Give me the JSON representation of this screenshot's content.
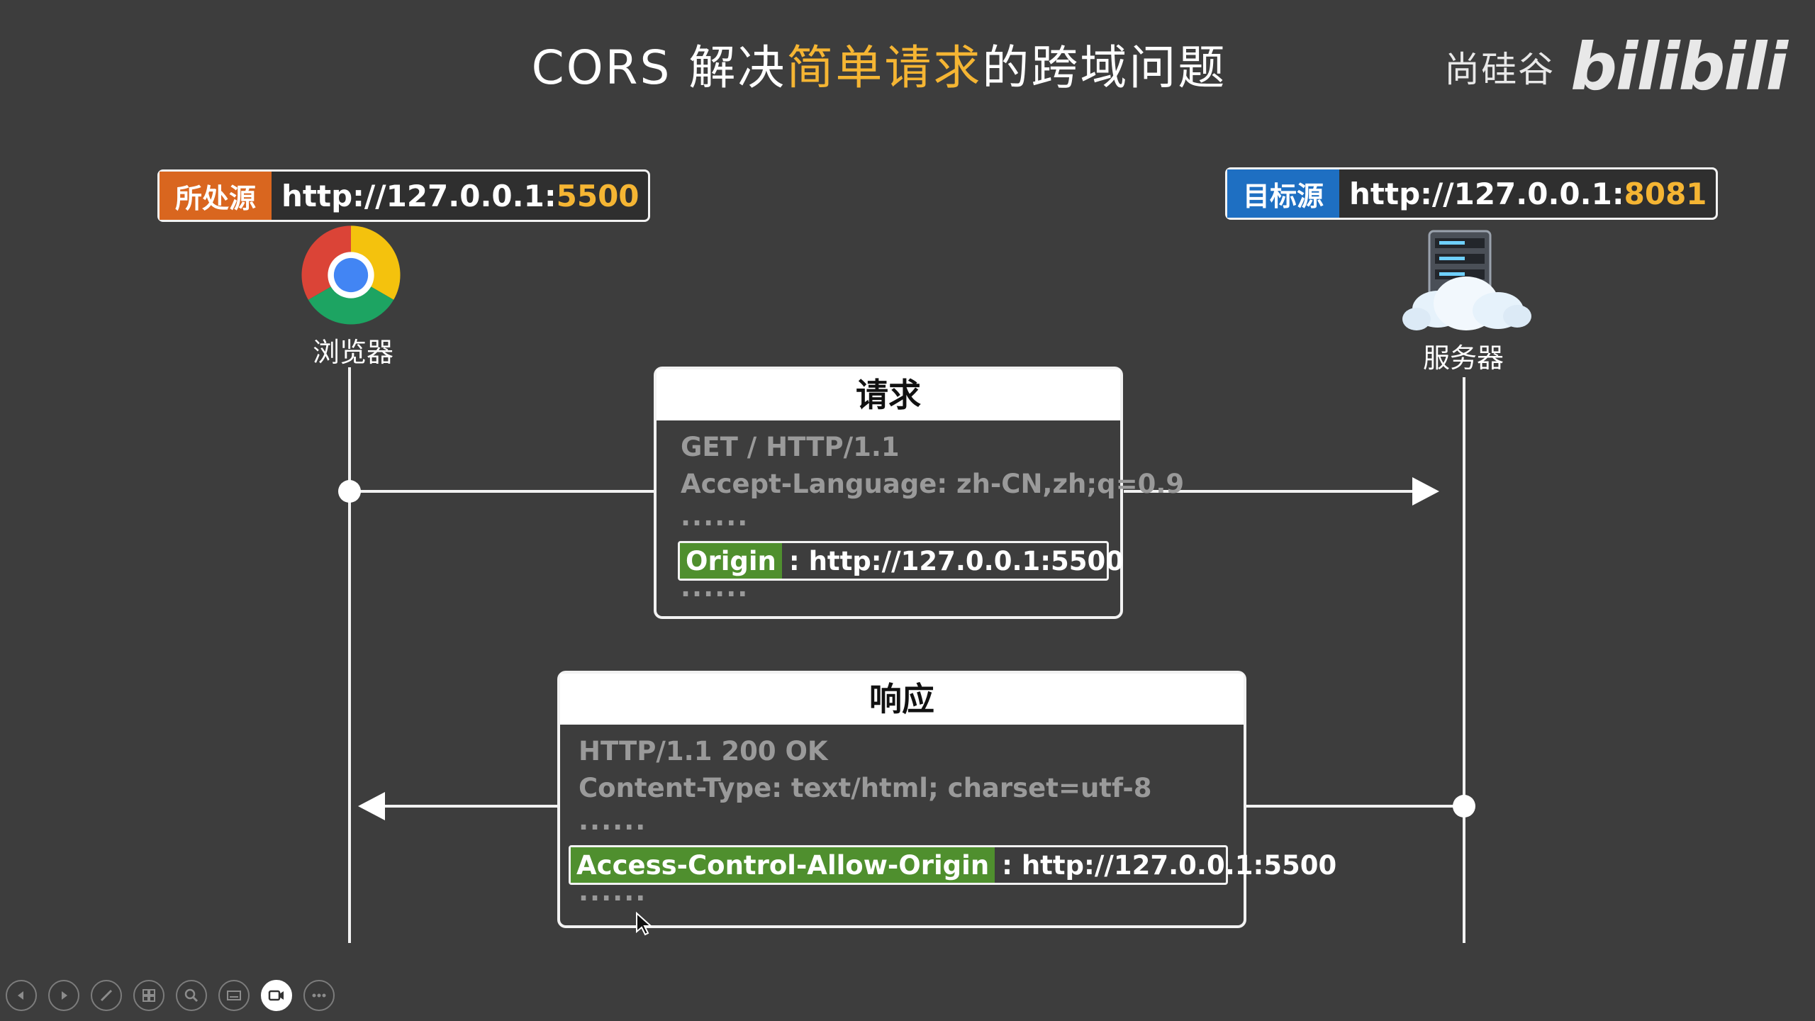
{
  "title": {
    "prefix": "CORS 解决",
    "highlight": "简单请求",
    "suffix": "的跨域问题"
  },
  "brand": {
    "text": "尚硅谷",
    "logo": "bilibili"
  },
  "source_origin": {
    "tag": "所处源",
    "url_prefix": "http://127.0.0.1:",
    "port": "5500",
    "tag_color": "#d9661f"
  },
  "target_origin": {
    "tag": "目标源",
    "url_prefix": "http://127.0.0.1:",
    "port": "8081",
    "tag_color": "#1e6fc2"
  },
  "browser": {
    "label": "浏览器",
    "icon": "chrome-icon"
  },
  "server": {
    "label": "服务器",
    "icon": "server-cloud-icon"
  },
  "request": {
    "title": "请求",
    "lines": [
      "GET / HTTP/1.1",
      "Accept-Language: zh-CN,zh;q=0.9",
      "......"
    ],
    "header_key": "Origin",
    "header_value": ": http://127.0.0.1:5500",
    "trailing": "......"
  },
  "response": {
    "title": "响应",
    "lines": [
      "HTTP/1.1 200 OK",
      "Content-Type: text/html; charset=utf-8",
      "......"
    ],
    "header_key": "Access-Control-Allow-Origin",
    "header_value": ": http://127.0.0.1:5500",
    "trailing": "......"
  },
  "toolbar": {
    "buttons": [
      "previous-icon",
      "next-icon",
      "pen-icon",
      "slides-icon",
      "zoom-icon",
      "subtitle-icon",
      "camera-icon",
      "more-icon"
    ]
  }
}
